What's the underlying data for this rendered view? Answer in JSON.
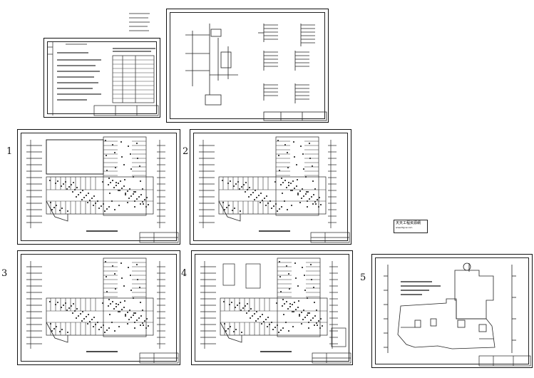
{
  "sheet_numbers": {
    "plan1": "1",
    "plan2": "2",
    "plan3": "3",
    "plan4": "4",
    "plan5": "5"
  },
  "stamp": {
    "title": "天天工程资源網",
    "url": "www.ttgcw.com"
  },
  "colors": {
    "line": "#111111",
    "background": "#ffffff"
  }
}
